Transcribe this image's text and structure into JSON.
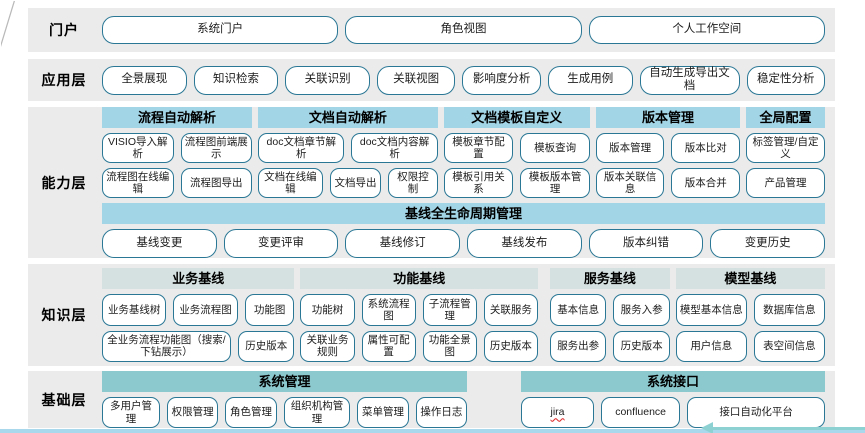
{
  "portal": {
    "label": "门户",
    "buttons": [
      "系统门户",
      "角色视图",
      "个人工作空间"
    ]
  },
  "application": {
    "label": "应用层",
    "buttons": [
      "全景展现",
      "知识检索",
      "关联识别",
      "关联视图",
      "影响度分析",
      "生成用例",
      "自动生成导出文档",
      "稳定性分析"
    ]
  },
  "capability": {
    "label": "能力层",
    "groups": [
      {
        "title": "流程自动解析",
        "rows": [
          [
            "VISIO导入解析",
            "流程图前端展示"
          ],
          [
            "流程图在线编辑",
            "流程图导出"
          ]
        ]
      },
      {
        "title": "文档自动解析",
        "rows": [
          [
            "doc文档章节解析",
            "doc文档内容解析"
          ],
          [
            "文档在线编辑",
            "文档导出",
            "权限控制"
          ]
        ]
      },
      {
        "title": "文档模板自定义",
        "rows": [
          [
            "模板章节配置",
            "模板查询"
          ],
          [
            "模板引用关系",
            "模板版本管理"
          ]
        ]
      },
      {
        "title": "版本管理",
        "rows": [
          [
            "版本管理",
            "版本比对"
          ],
          [
            "版本关联信息",
            "版本合并"
          ]
        ]
      },
      {
        "title": "全局配置",
        "rows": [
          [
            "标签管理/自定义"
          ],
          [
            "产品管理"
          ]
        ]
      }
    ],
    "baseline": {
      "title": "基线全生命周期管理",
      "buttons": [
        "基线变更",
        "变更评审",
        "基线修订",
        "基线发布",
        "版本纠错",
        "变更历史"
      ]
    }
  },
  "knowledge": {
    "label": "知识层",
    "groups": [
      {
        "title": "业务基线",
        "rows": [
          [
            "业务基线树",
            "业务流程图",
            "功能图"
          ],
          [
            "全业务流程功能图（搜索/下钻展示）",
            "历史版本"
          ]
        ]
      },
      {
        "title": "功能基线",
        "rows": [
          [
            "功能树",
            "系统流程图",
            "子流程管理",
            "关联服务"
          ],
          [
            "关联业务规则",
            "属性可配置",
            "功能全景图",
            "历史版本"
          ]
        ]
      },
      {
        "title": "服务基线",
        "rows": [
          [
            "基本信息",
            "服务入参"
          ],
          [
            "服务出参",
            "历史版本"
          ]
        ]
      },
      {
        "title": "模型基线",
        "rows": [
          [
            "模型基本信息",
            "数据库信息"
          ],
          [
            "用户信息",
            "表空间信息"
          ]
        ]
      }
    ]
  },
  "foundation": {
    "label": "基础层",
    "groups": [
      {
        "title": "系统管理",
        "rows": [
          [
            "多用户管理",
            "权限管理",
            "角色管理",
            "组织机构管理",
            "菜单管理",
            "操作日志"
          ]
        ]
      },
      {
        "title": "系统接口",
        "rows": [
          [
            "jira",
            "confluence",
            "接口自动化平台"
          ]
        ]
      }
    ]
  },
  "colors": {
    "band_background": "#ebebeb",
    "capability_header": "#a2d5e6",
    "knowledge_header": "#d5e1e0",
    "foundation_header": "#8cc9ce",
    "button_border": "#2a7795",
    "bottom_line": "#a9d8ec",
    "arrow": "#8ed1d3"
  }
}
